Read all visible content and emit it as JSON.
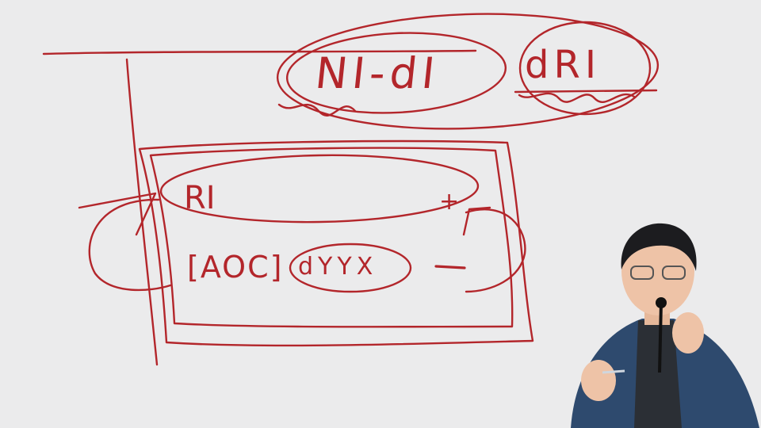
{
  "whiteboard": {
    "ink_color": "#b3262b",
    "background_color": "#ebebec",
    "notes": {
      "top_left_text": "NI-dI",
      "top_right_text": "dRI",
      "box_first_row": "RI",
      "box_plus": "+",
      "box_second_row_bracket": "[AOC]",
      "box_second_row_circled": "dYYX",
      "box_minus": "-"
    }
  },
  "presenter": {
    "icon": "presenter-video-icon",
    "suit_color": "#2e4a6e",
    "shirt_color": "#2b2f35"
  }
}
